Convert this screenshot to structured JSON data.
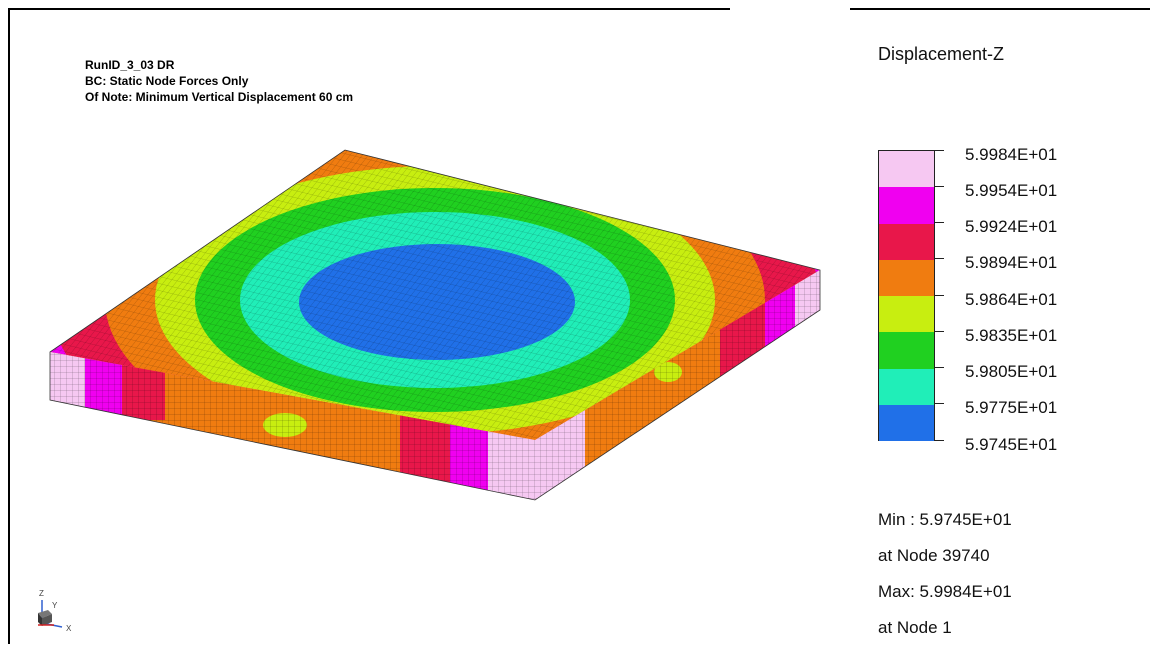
{
  "header": {
    "line1": "RunID_3_03 DR",
    "line2": "BC: Static Node Forces Only",
    "line3": "Of Note: Minimum Vertical Displacement 60 cm"
  },
  "legend": {
    "title": "Displacement-Z",
    "labels": [
      "5.9984E+01",
      "5.9954E+01",
      "5.9924E+01",
      "5.9894E+01",
      "5.9864E+01",
      "5.9835E+01",
      "5.9805E+01",
      "5.9775E+01",
      "5.9745E+01"
    ],
    "colors": [
      "#f6c8f2",
      "#f000f0",
      "#e8174a",
      "#f07c10",
      "#c8ee10",
      "#20d020",
      "#20eeb8",
      "#2070e8"
    ]
  },
  "stats": {
    "min_label": "Min : 5.9745E+01",
    "min_node": "at Node  39740",
    "max_label": "Max: 5.9984E+01",
    "max_node": "at Node  1"
  },
  "triad": {
    "z": "Z",
    "y": "Y",
    "x": "X"
  }
}
